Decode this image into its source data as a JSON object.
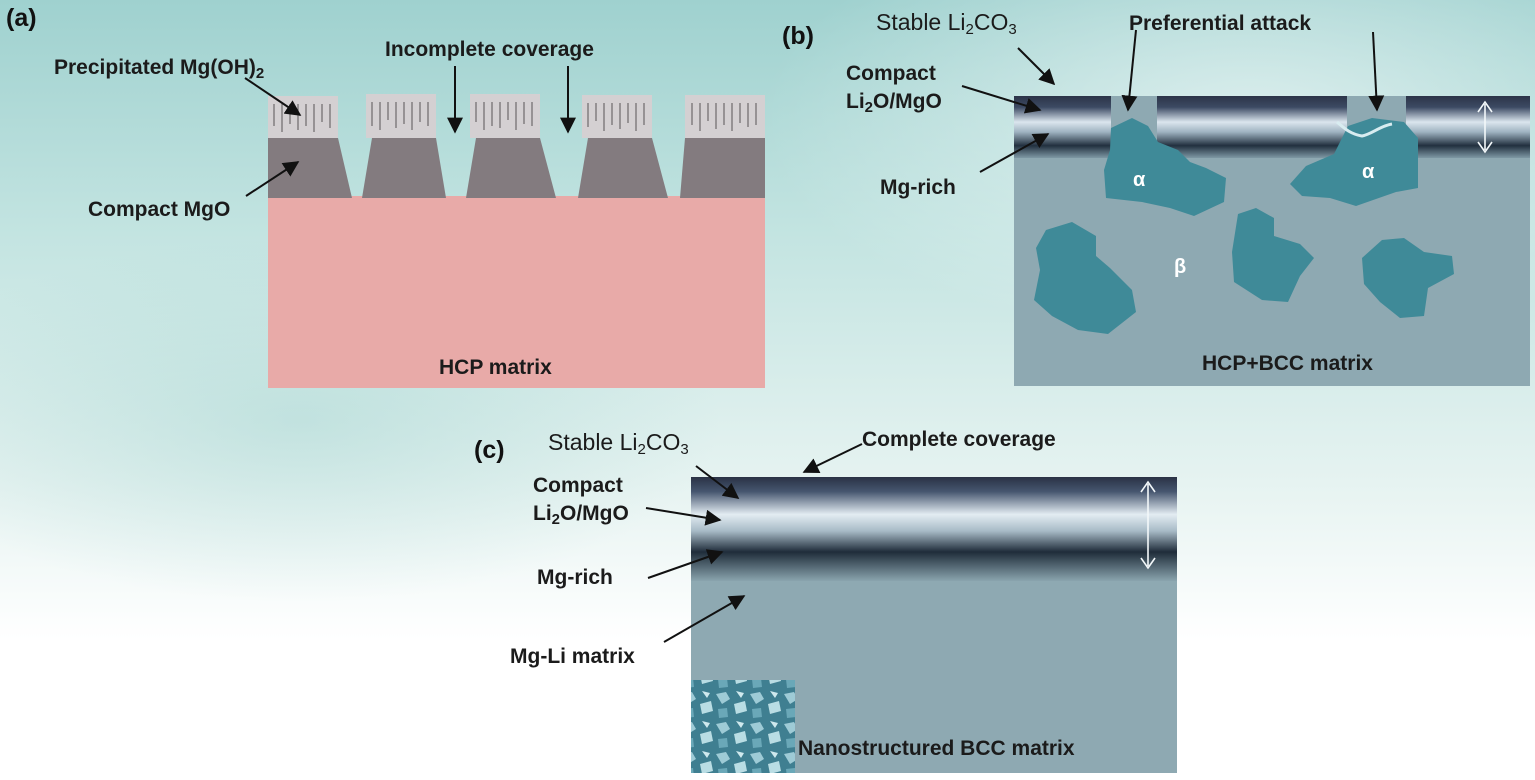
{
  "panel_a": {
    "letter": "(a)",
    "precipitated": {
      "text": "Precipitated Mg(OH)",
      "sub": "2"
    },
    "incomplete": "Incomplete coverage",
    "compact_mgo": "Compact MgO",
    "matrix": "HCP matrix"
  },
  "panel_b": {
    "letter": "(b)",
    "stable": {
      "text": "Stable Li",
      "sub1": "2",
      "mid": "CO",
      "sub2": "3"
    },
    "preferential": "Preferential attack",
    "compact_line1": "Compact",
    "compact_line2": {
      "a": "Li",
      "sub": "2",
      "b": "O/MgO"
    },
    "mg_rich": "Mg-rich",
    "alpha": "α",
    "beta": "β",
    "matrix": "HCP+BCC matrix"
  },
  "panel_c": {
    "letter": "(c)",
    "stable": {
      "text": "Stable Li",
      "sub1": "2",
      "mid": "CO",
      "sub2": "3"
    },
    "complete": "Complete coverage",
    "compact_line1": "Compact",
    "compact_line2": {
      "a": "Li",
      "sub": "2",
      "b": "O/MgO"
    },
    "mg_rich": "Mg-rich",
    "mgli": "Mg-Li matrix",
    "nano": "Nanostructured BCC matrix"
  },
  "colors": {
    "hcp_matrix": "#e8aaa8",
    "mgo": "#837b7f",
    "mgoh2": "#d4d0d2",
    "bcc_matrix": "#8ea9b2",
    "alpha_phase": "#3f8a98"
  }
}
